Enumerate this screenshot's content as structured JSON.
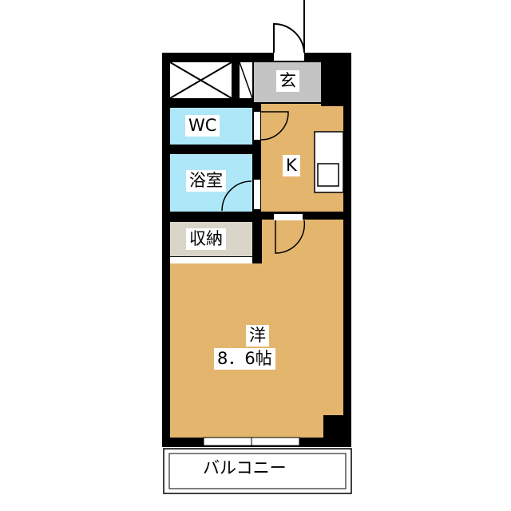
{
  "rooms": {
    "entrance": "玄",
    "wc": "WC",
    "bath": "浴室",
    "kitchen": "K",
    "storage": "収納",
    "western_room": "洋",
    "western_room_size": "8．6帖",
    "balcony": "バルコニー"
  },
  "colors": {
    "floor": "#e3b56d",
    "wet": "#aee8f8",
    "entrance": "#c4c4c4",
    "storage": "#d9d5c8",
    "wall": "#000000"
  }
}
